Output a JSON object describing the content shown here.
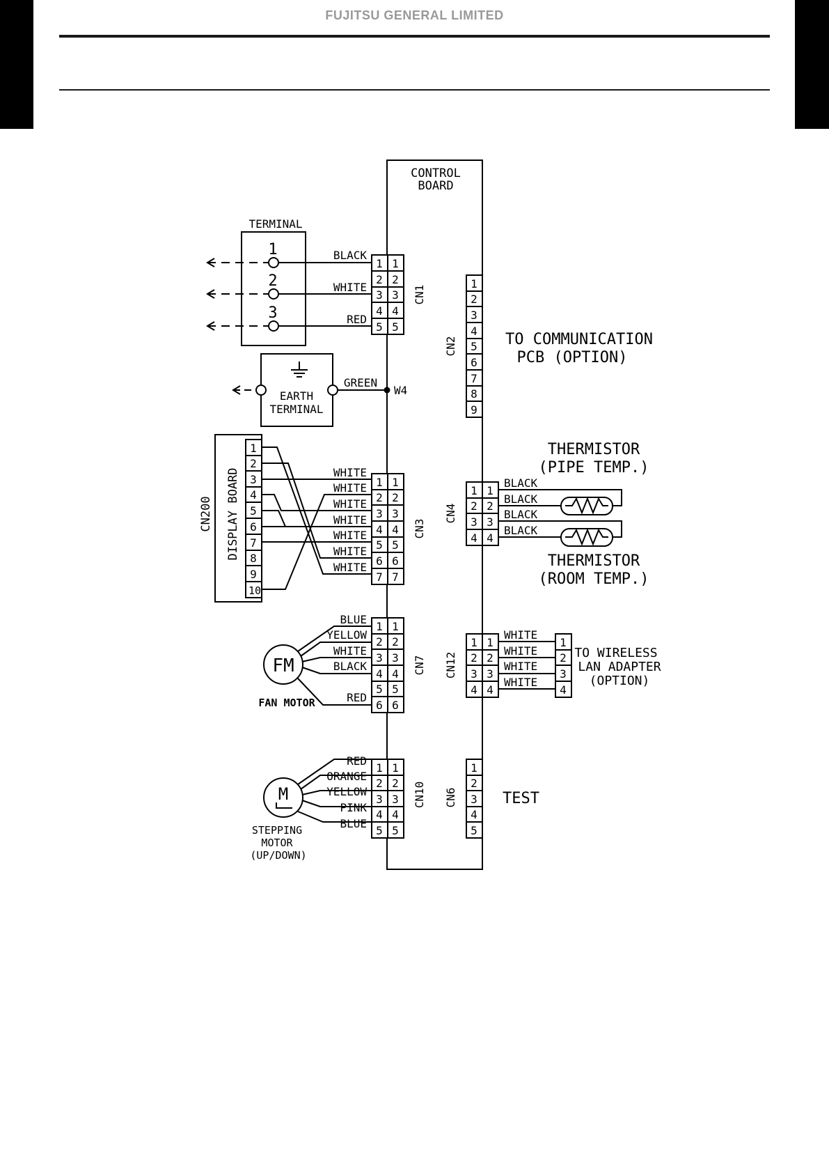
{
  "header": {
    "company": "FUJITSU GENERAL LIMITED"
  },
  "control_board": {
    "label_line1": "CONTROL",
    "label_line2": "BOARD",
    "junction_label": "W4"
  },
  "terminal": {
    "title": "TERMINAL",
    "numbers": [
      "1",
      "2",
      "3"
    ]
  },
  "earth_terminal": {
    "line1": "EARTH",
    "line2": "TERMINAL"
  },
  "display_board": {
    "label": "DISPLAY BOARD",
    "connector": "CN200",
    "pins": [
      "1",
      "2",
      "3",
      "4",
      "5",
      "6",
      "7",
      "8",
      "9",
      "10"
    ]
  },
  "cn1": {
    "name": "CN1",
    "wires": [
      "BLACK",
      "WHITE",
      "RED"
    ],
    "earth_wire": "GREEN",
    "pins": [
      "1",
      "2",
      "3",
      "4",
      "5"
    ]
  },
  "cn2": {
    "name": "CN2",
    "pins": [
      "1",
      "2",
      "3",
      "4",
      "5",
      "6",
      "7",
      "8",
      "9"
    ],
    "desc_line1": "TO COMMUNICATION",
    "desc_line2": "PCB (OPTION)"
  },
  "cn3": {
    "name": "CN3",
    "wires": [
      "WHITE",
      "WHITE",
      "WHITE",
      "WHITE",
      "WHITE",
      "WHITE",
      "WHITE"
    ],
    "pins": [
      "1",
      "2",
      "3",
      "4",
      "5",
      "6",
      "7"
    ]
  },
  "cn4": {
    "name": "CN4",
    "wires": [
      "BLACK",
      "BLACK",
      "BLACK",
      "BLACK"
    ],
    "pins": [
      "1",
      "2",
      "3",
      "4"
    ],
    "thermistor_pipe_line1": "THERMISTOR",
    "thermistor_pipe_line2": "(PIPE TEMP.)",
    "thermistor_room_line1": "THERMISTOR",
    "thermistor_room_line2": "(ROOM TEMP.)"
  },
  "cn7": {
    "name": "CN7",
    "wires": [
      "BLUE",
      "YELLOW",
      "WHITE",
      "BLACK",
      "",
      "RED"
    ],
    "pins": [
      "1",
      "2",
      "3",
      "4",
      "5",
      "6"
    ],
    "motor_symbol": "FM",
    "motor_label": "FAN MOTOR"
  },
  "cn12": {
    "name": "CN12",
    "wires": [
      "WHITE",
      "WHITE",
      "WHITE",
      "WHITE"
    ],
    "pins": [
      "1",
      "2",
      "3",
      "4"
    ],
    "desc_line1": "TO WIRELESS",
    "desc_line2": "LAN ADAPTER",
    "desc_line3": "(OPTION)"
  },
  "cn10": {
    "name": "CN10",
    "wires": [
      "RED",
      "ORANGE",
      "YELLOW",
      "PINK",
      "BLUE"
    ],
    "pins": [
      "1",
      "2",
      "3",
      "4",
      "5"
    ],
    "motor_symbol": "M",
    "motor_line1": "STEPPING",
    "motor_line2": "MOTOR",
    "motor_line3": "(UP/DOWN)"
  },
  "cn6": {
    "name": "CN6",
    "pins": [
      "1",
      "2",
      "3",
      "4",
      "5"
    ],
    "desc": "TEST"
  }
}
